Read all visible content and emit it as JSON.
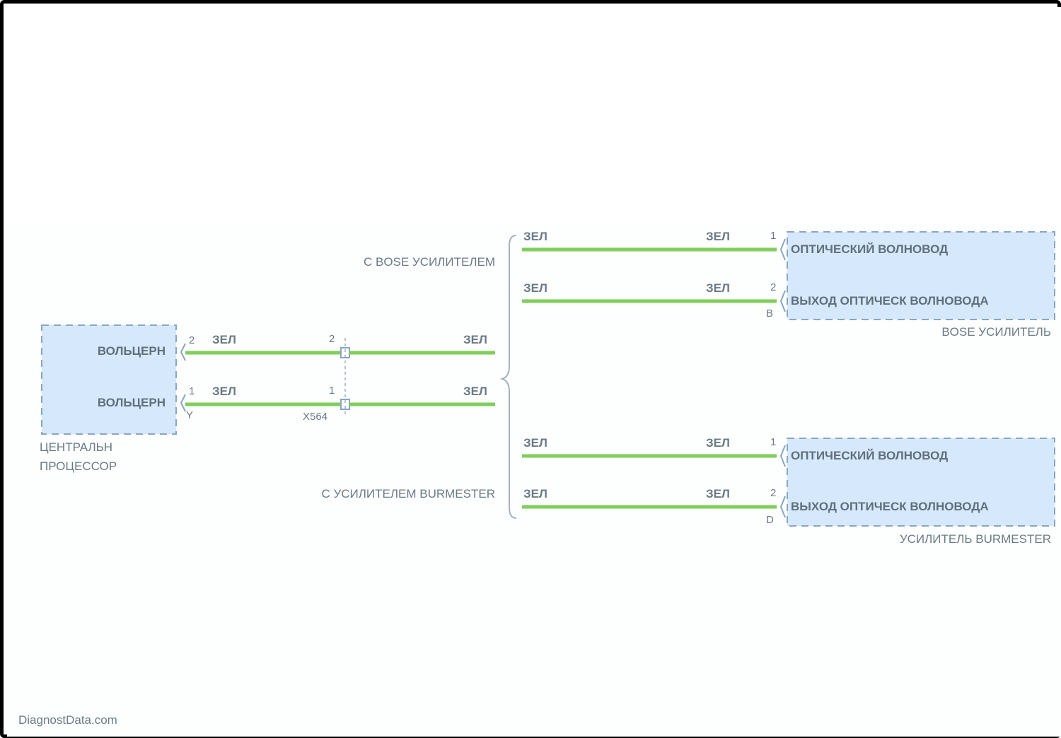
{
  "watermark": "DiagnostData.com",
  "colors": {
    "wire": "#7fcf5a",
    "module_fill": "#d6e8fb",
    "module_border": "#8aa6c4",
    "text": "#6b7a85"
  },
  "cpu": {
    "caption_line1": "ЦЕНТРАЛЬН",
    "caption_line2": "ПРОЦЕССОР",
    "pin_labels": [
      "ВОЛЬЦЕРН",
      "ВОЛЬЦЕРН"
    ],
    "pin_numbers": [
      "2",
      "1"
    ],
    "pin_suffix": "Y"
  },
  "splice": {
    "pins": [
      "2",
      "1"
    ],
    "code": "X564"
  },
  "wires": {
    "cpu_side": [
      "ЗЕЛ",
      "ЗЕЛ"
    ],
    "splice_out": [
      "ЗЕЛ",
      "ЗЕЛ"
    ],
    "bose_left": [
      "ЗЕЛ",
      "ЗЕЛ"
    ],
    "bose_right": [
      "ЗЕЛ",
      "ЗЕЛ"
    ],
    "burmester_left": [
      "ЗЕЛ",
      "ЗЕЛ"
    ],
    "burmester_right": [
      "ЗЕЛ",
      "ЗЕЛ"
    ]
  },
  "branches": {
    "bose": "С BOSE УСИЛИТЕЛЕМ",
    "burmester": "С УСИЛИТЕЛЕМ BURMESTER"
  },
  "bose_amp": {
    "name": "BOSE УСИЛИТЕЛЬ",
    "pins": [
      "1",
      "2"
    ],
    "connector": "B",
    "pin_labels": [
      "ОПТИЧЕСКИЙ ВОЛНОВОД",
      "ВЫХОД ОПТИЧЕСК ВОЛНОВОДА"
    ]
  },
  "burmester_amp": {
    "name": "УСИЛИТЕЛЬ BURMESTER",
    "pins": [
      "1",
      "2"
    ],
    "connector": "D",
    "pin_labels": [
      "ОПТИЧЕСКИЙ ВОЛНОВОД",
      "ВЫХОД ОПТИЧЕСК ВОЛНОВОДА"
    ]
  }
}
